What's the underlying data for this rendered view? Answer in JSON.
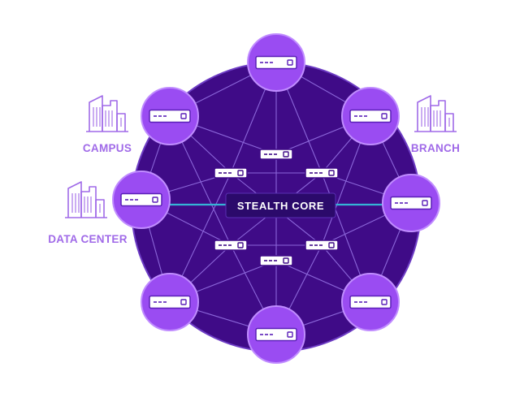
{
  "diagram": {
    "core_label": "STEALTH CORE",
    "sites": [
      {
        "id": "campus",
        "label": "CAMPUS"
      },
      {
        "id": "branch",
        "label": "BRANCH"
      },
      {
        "id": "data-center",
        "label": "DATA CENTER"
      }
    ],
    "colors": {
      "ring_fill": "#3f0b87",
      "ring_edge": "#6d3cc4",
      "node_fill": "#9a4cf2",
      "node_stroke": "#c08cff",
      "core_box": "#2b0a6b",
      "link_line": "#8b66d9",
      "core_link": "#35b3d6",
      "label": "#a06ae8",
      "building": "#a06ae8"
    },
    "icons": {
      "appliance": "network-appliance-icon",
      "building": "office-building-icon"
    },
    "outer_node_count": 8,
    "inner_switch_count": 6
  }
}
